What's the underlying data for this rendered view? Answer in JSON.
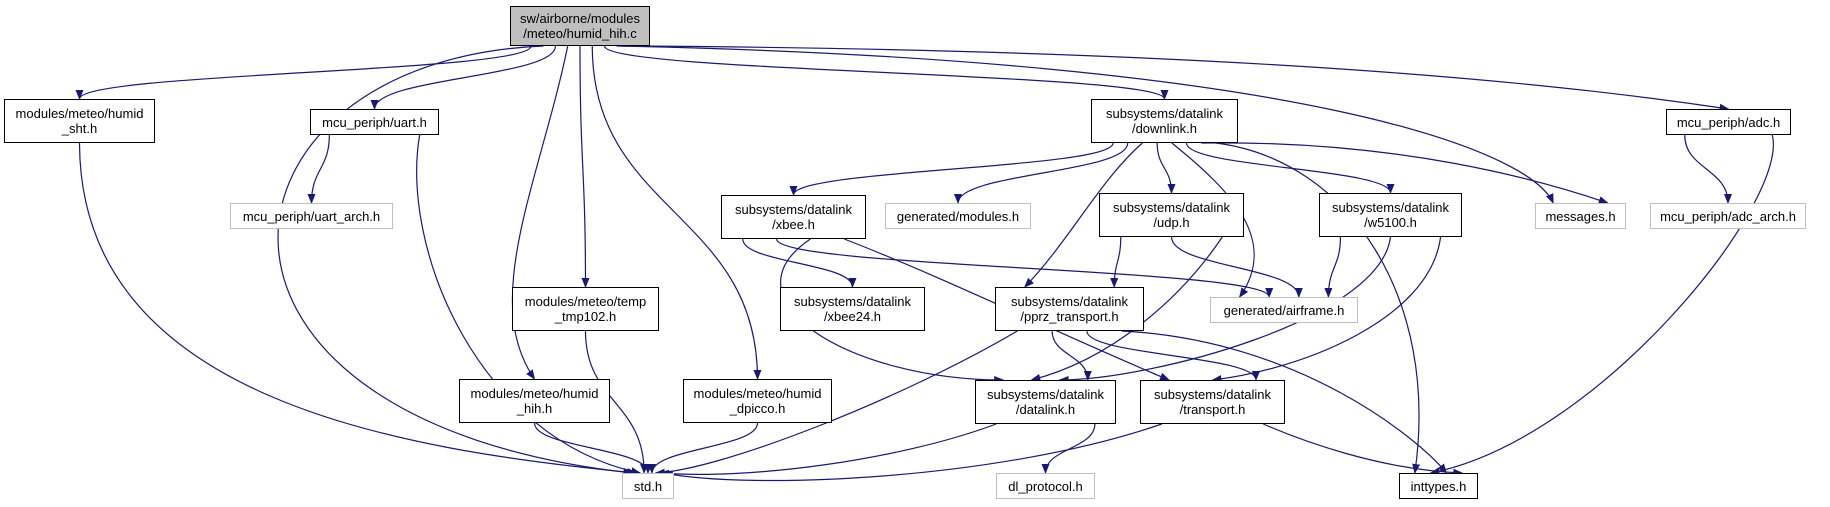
{
  "colors": {
    "edge": "#191970",
    "root_fill": "#bfbfbf",
    "node_border": "#000000",
    "external_border": "#bfbfbf",
    "text": "#000000"
  },
  "graph": {
    "root": "humid_hih_c",
    "nodes": [
      {
        "id": "humid_hih_c",
        "label": "sw/airborne/modules\n/meteo/humid_hih.c",
        "kind": "root"
      },
      {
        "id": "humid_sht_h",
        "label": "modules/meteo/humid\n_sht.h",
        "kind": "file"
      },
      {
        "id": "uart_h",
        "label": "mcu_periph/uart.h",
        "kind": "file"
      },
      {
        "id": "uart_arch_h",
        "label": "mcu_periph/uart_arch.h",
        "kind": "external"
      },
      {
        "id": "std_h",
        "label": "std.h",
        "kind": "external"
      },
      {
        "id": "temp_tmp102_h",
        "label": "modules/meteo/temp\n_tmp102.h",
        "kind": "file"
      },
      {
        "id": "humid_hih_h",
        "label": "modules/meteo/humid\n_hih.h",
        "kind": "file"
      },
      {
        "id": "humid_dpicco_h",
        "label": "modules/meteo/humid\n_dpicco.h",
        "kind": "file"
      },
      {
        "id": "downlink_h",
        "label": "subsystems/datalink\n/downlink.h",
        "kind": "file"
      },
      {
        "id": "xbee_h",
        "label": "subsystems/datalink\n/xbee.h",
        "kind": "file"
      },
      {
        "id": "generated_modules_h",
        "label": "generated/modules.h",
        "kind": "external"
      },
      {
        "id": "udp_h",
        "label": "subsystems/datalink\n/udp.h",
        "kind": "file"
      },
      {
        "id": "w5100_h",
        "label": "subsystems/datalink\n/w5100.h",
        "kind": "file"
      },
      {
        "id": "messages_h",
        "label": "messages.h",
        "kind": "external"
      },
      {
        "id": "adc_h",
        "label": "mcu_periph/adc.h",
        "kind": "file"
      },
      {
        "id": "adc_arch_h",
        "label": "mcu_periph/adc_arch.h",
        "kind": "external"
      },
      {
        "id": "xbee24_h",
        "label": "subsystems/datalink\n/xbee24.h",
        "kind": "file"
      },
      {
        "id": "airframe_h",
        "label": "generated/airframe.h",
        "kind": "external"
      },
      {
        "id": "pprz_transport_h",
        "label": "subsystems/datalink\n/pprz_transport.h",
        "kind": "file"
      },
      {
        "id": "datalink_h",
        "label": "subsystems/datalink\n/datalink.h",
        "kind": "file"
      },
      {
        "id": "transport_h",
        "label": "subsystems/datalink\n/transport.h",
        "kind": "file"
      },
      {
        "id": "dl_protocol_h",
        "label": "dl_protocol.h",
        "kind": "external"
      },
      {
        "id": "inttypes_h",
        "label": "inttypes.h",
        "kind": "file"
      }
    ],
    "edges": [
      [
        "humid_hih_c",
        "humid_sht_h"
      ],
      [
        "humid_hih_c",
        "std_h"
      ],
      [
        "humid_hih_c",
        "uart_h"
      ],
      [
        "humid_hih_c",
        "humid_hih_h"
      ],
      [
        "humid_hih_c",
        "temp_tmp102_h"
      ],
      [
        "humid_hih_c",
        "humid_dpicco_h"
      ],
      [
        "humid_hih_c",
        "downlink_h"
      ],
      [
        "humid_hih_c",
        "messages_h"
      ],
      [
        "humid_hih_c",
        "adc_h"
      ],
      [
        "humid_sht_h",
        "std_h"
      ],
      [
        "uart_h",
        "uart_arch_h"
      ],
      [
        "uart_h",
        "std_h"
      ],
      [
        "temp_tmp102_h",
        "std_h"
      ],
      [
        "humid_hih_h",
        "std_h"
      ],
      [
        "humid_dpicco_h",
        "std_h"
      ],
      [
        "downlink_h",
        "xbee_h"
      ],
      [
        "downlink_h",
        "generated_modules_h"
      ],
      [
        "downlink_h",
        "pprz_transport_h"
      ],
      [
        "downlink_h",
        "udp_h"
      ],
      [
        "downlink_h",
        "airframe_h"
      ],
      [
        "downlink_h",
        "w5100_h"
      ],
      [
        "downlink_h",
        "messages_h"
      ],
      [
        "downlink_h",
        "inttypes_h"
      ],
      [
        "adc_h",
        "adc_arch_h"
      ],
      [
        "adc_h",
        "inttypes_h"
      ],
      [
        "xbee_h",
        "xbee24_h"
      ],
      [
        "xbee_h",
        "airframe_h"
      ],
      [
        "xbee_h",
        "datalink_h"
      ],
      [
        "xbee_h",
        "transport_h"
      ],
      [
        "udp_h",
        "pprz_transport_h"
      ],
      [
        "udp_h",
        "airframe_h"
      ],
      [
        "udp_h",
        "datalink_h"
      ],
      [
        "w5100_h",
        "airframe_h"
      ],
      [
        "w5100_h",
        "datalink_h"
      ],
      [
        "w5100_h",
        "transport_h"
      ],
      [
        "pprz_transport_h",
        "std_h"
      ],
      [
        "pprz_transport_h",
        "datalink_h"
      ],
      [
        "pprz_transport_h",
        "transport_h"
      ],
      [
        "pprz_transport_h",
        "inttypes_h"
      ],
      [
        "datalink_h",
        "std_h"
      ],
      [
        "datalink_h",
        "dl_protocol_h"
      ],
      [
        "transport_h",
        "std_h"
      ],
      [
        "transport_h",
        "inttypes_h"
      ]
    ]
  }
}
